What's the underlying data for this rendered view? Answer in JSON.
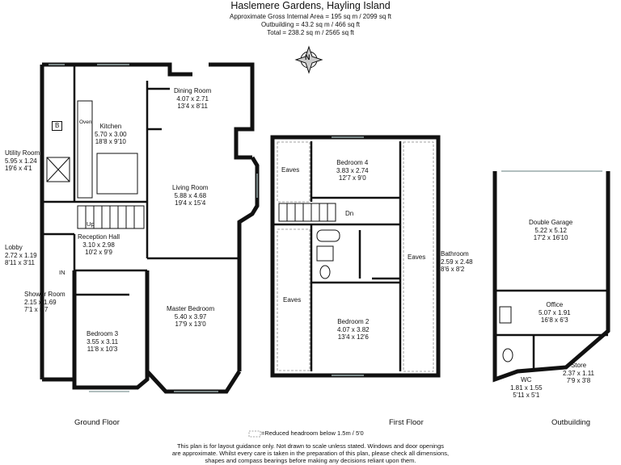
{
  "header": {
    "title": "Haslemere Gardens, Hayling Island",
    "gross_area": "Approximate Gross Internal Area = 195 sq m / 2099 sq ft",
    "outbuilding": "Outbuilding = 43.2 sq m / 466 sq ft",
    "total": "Total = 238.2 sq m / 2565 sq ft"
  },
  "compass": {
    "label": "N",
    "icon": "compass-icon"
  },
  "rooms": {
    "dining_room": {
      "name": "Dining Room",
      "metric": "4.07 x 2.71",
      "imperial": "13'4 x 8'11"
    },
    "kitchen": {
      "name": "Kitchen",
      "metric": "5.70 x 3.00",
      "imperial": "18'8 x 9'10"
    },
    "oven": {
      "name": "Oven"
    },
    "boiler": {
      "name": "B"
    },
    "utility_room": {
      "name": "Utility Room",
      "metric": "5.95 x 1.24",
      "imperial": "19'6 x 4'1"
    },
    "living_room": {
      "name": "Living Room",
      "metric": "5.88 x 4.68",
      "imperial": "19'4 x 15'4"
    },
    "reception_hall": {
      "name": "Reception Hall",
      "metric": "3.10 x 2.98",
      "imperial": "10'2 x 9'9"
    },
    "lobby": {
      "name": "Lobby",
      "metric": "2.72 x 1.19",
      "imperial": "8'11 x 3'11"
    },
    "entrance": {
      "name": "IN"
    },
    "stairs_up": {
      "name": "Up"
    },
    "shower_room": {
      "name": "Shower Room",
      "metric": "2.15 x 1.69",
      "imperial": "7'1 x 5'7"
    },
    "bedroom_3": {
      "name": "Bedroom 3",
      "metric": "3.55 x 3.11",
      "imperial": "11'8 x 10'3"
    },
    "master_bedroom": {
      "name": "Master Bedroom",
      "metric": "5.40 x 3.97",
      "imperial": "17'9 x 13'0"
    },
    "eaves_top": {
      "name": "Eaves"
    },
    "eaves_left": {
      "name": "Eaves"
    },
    "eaves_right": {
      "name": "Eaves"
    },
    "bedroom_4": {
      "name": "Bedroom 4",
      "metric": "3.83 x 2.74",
      "imperial": "12'7 x 9'0"
    },
    "stairs_down": {
      "name": "Dn"
    },
    "bathroom": {
      "name": "Bathroom",
      "metric": "2.59 x 2.48",
      "imperial": "8'6 x 8'2"
    },
    "bedroom_2": {
      "name": "Bedroom 2",
      "metric": "4.07 x 3.82",
      "imperial": "13'4 x 12'6"
    },
    "double_garage": {
      "name": "Double Garage",
      "metric": "5.22 x 5.12",
      "imperial": "17'2 x 16'10"
    },
    "office": {
      "name": "Office",
      "metric": "5.07 x 1.91",
      "imperial": "16'8 x 6'3"
    },
    "store": {
      "name": "Store",
      "metric": "2.37 x 1.11",
      "imperial": "7'9 x 3'8"
    },
    "wc": {
      "name": "WC",
      "metric": "1.81 x 1.55",
      "imperial": "5'11 x 5'1"
    }
  },
  "floors": {
    "ground": "Ground Floor",
    "first": "First Floor",
    "outbuilding": "Outbuilding"
  },
  "legend": {
    "text": "=Reduced headroom below 1.5m / 5'0"
  },
  "disclaimer": [
    "This plan is for layout guidance only. Not drawn to scale unless stated. Windows and door openings",
    "are approximate. Whilst every care is taken in the preparation of this plan, please check all dimensions,",
    "shapes and compass bearings before making any decisions reliant upon them."
  ]
}
